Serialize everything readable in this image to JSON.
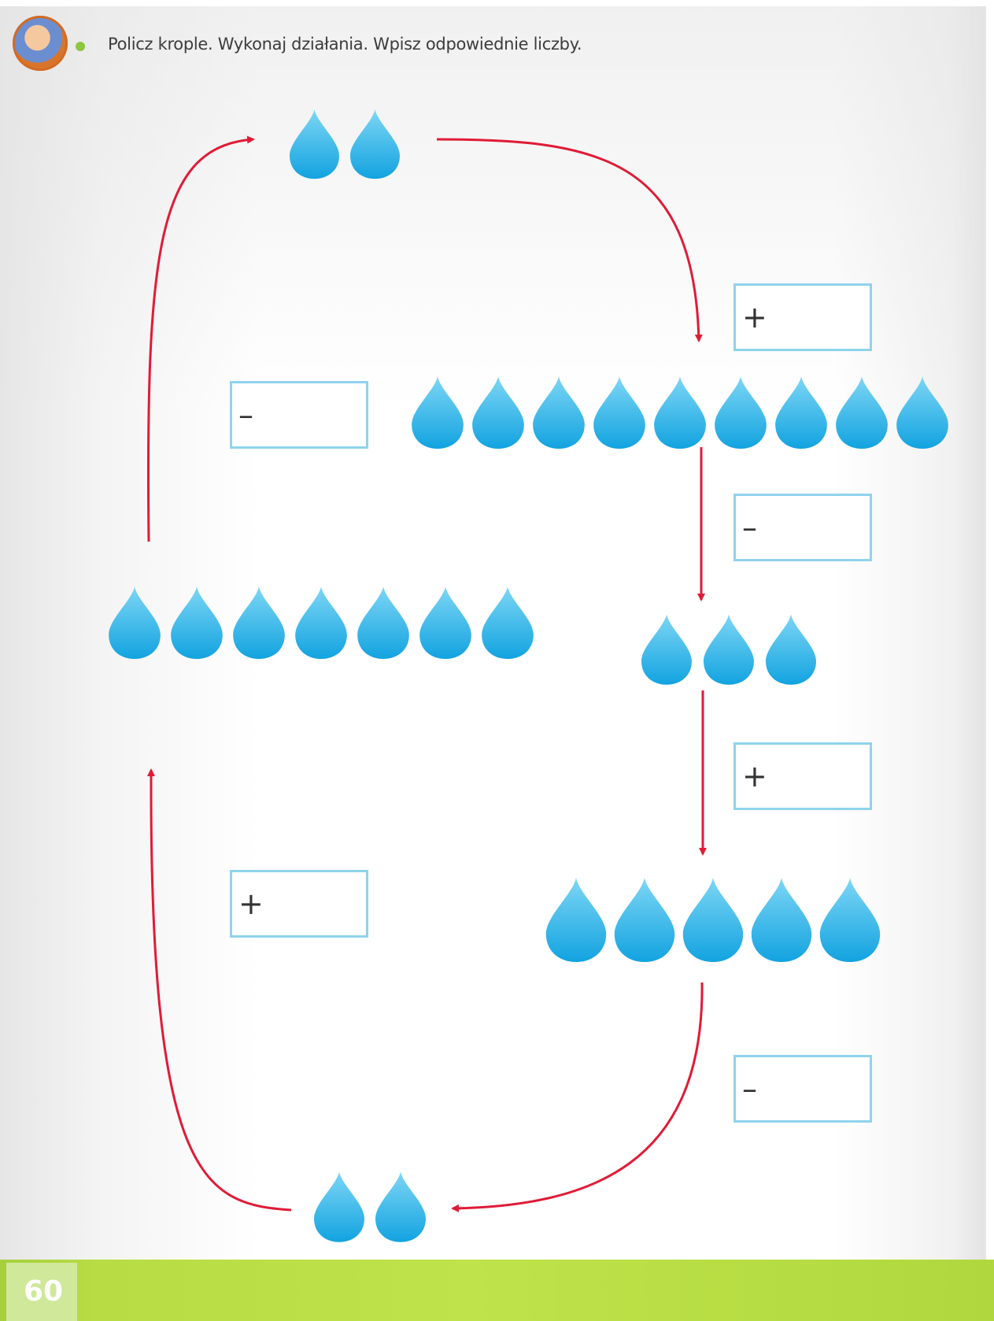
{
  "instruction": {
    "text": "Policz krople. Wykonaj działania. Wpisz odpowiednie liczby.",
    "bullet_color": "#8dc63f"
  },
  "page_number": "60",
  "colors": {
    "drop_top": "#7ed6f5",
    "drop_bottom": "#12a3e0",
    "arrow": "#e01b36",
    "box_border": "#8fd3ec",
    "footer": "#bfe34a"
  },
  "drop_groups": [
    {
      "id": "top",
      "count": 2
    },
    {
      "id": "right-1",
      "count": 9
    },
    {
      "id": "right-2",
      "count": 3
    },
    {
      "id": "right-3",
      "count": 5
    },
    {
      "id": "bottom",
      "count": 2
    },
    {
      "id": "left",
      "count": 7
    }
  ],
  "operation_boxes": [
    {
      "id": "right-plus-1",
      "sign": "+"
    },
    {
      "id": "right-minus-1",
      "sign": "–"
    },
    {
      "id": "right-plus-2",
      "sign": "+"
    },
    {
      "id": "right-minus-2",
      "sign": "–"
    },
    {
      "id": "left-plus",
      "sign": "+"
    },
    {
      "id": "left-minus",
      "sign": "–"
    }
  ]
}
